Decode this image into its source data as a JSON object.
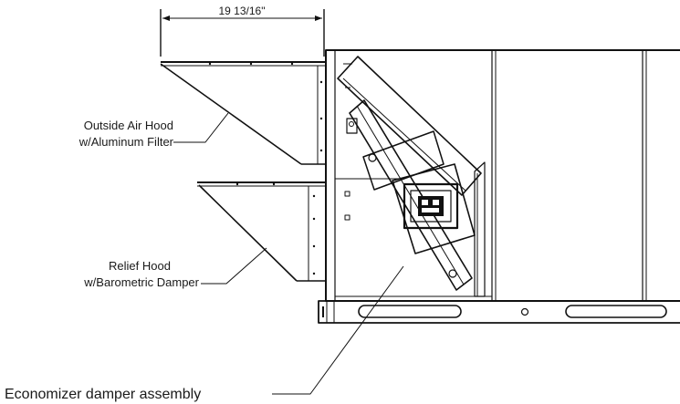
{
  "dimension": {
    "width_label": "19 13/16\""
  },
  "labels": {
    "outside_air_hood": {
      "line1": "Outside Air Hood",
      "line2": "w/Aluminum Filter"
    },
    "relief_hood": {
      "line1": "Relief Hood",
      "line2": "w/Barometric Damper"
    },
    "economizer": {
      "text": "Economizer damper assembly"
    }
  },
  "colors": {
    "line": "#111111",
    "background": "#ffffff"
  }
}
